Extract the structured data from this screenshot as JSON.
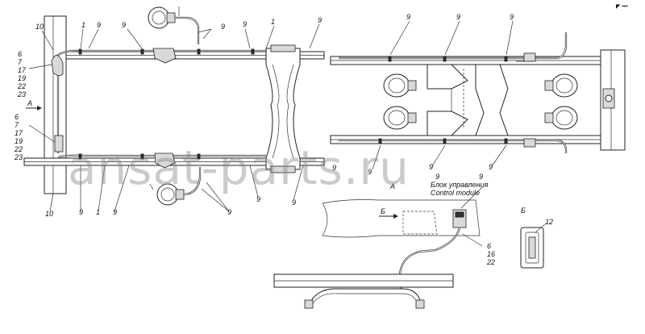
{
  "watermark": "ansat-parts.ru",
  "corner_mark": "◤ •••",
  "control_module": {
    "label_ru": "Блок управления",
    "label_en": "Control module"
  },
  "view_labels": {
    "a_arrow": "A",
    "a_view": "A",
    "b_arrow": "Б",
    "b_view": "Б"
  },
  "callouts": [
    {
      "id": "c10top",
      "text": "10"
    },
    {
      "id": "c1a",
      "text": "1"
    },
    {
      "id": "c9a",
      "text": "9"
    },
    {
      "id": "c9b",
      "text": "9"
    },
    {
      "id": "c9c",
      "text": "9"
    },
    {
      "id": "c9d",
      "text": "9"
    },
    {
      "id": "c1b",
      "text": "1"
    },
    {
      "id": "c9e",
      "text": "9"
    },
    {
      "id": "c9f",
      "text": "9"
    },
    {
      "id": "c9g",
      "text": "9"
    },
    {
      "id": "c9h",
      "text": "9"
    },
    {
      "id": "c9i",
      "text": "9"
    },
    {
      "id": "c6a",
      "text": "6"
    },
    {
      "id": "c7a",
      "text": "7"
    },
    {
      "id": "c17a",
      "text": "17"
    },
    {
      "id": "c19a",
      "text": "19"
    },
    {
      "id": "c22a",
      "text": "22"
    },
    {
      "id": "c23a",
      "text": "23"
    },
    {
      "id": "c6b",
      "text": "6"
    },
    {
      "id": "c7b",
      "text": "7"
    },
    {
      "id": "c17b",
      "text": "17"
    },
    {
      "id": "c19b",
      "text": "19"
    },
    {
      "id": "c22b",
      "text": "22"
    },
    {
      "id": "c23b",
      "text": "23"
    },
    {
      "id": "c10bot",
      "text": "10"
    },
    {
      "id": "c9j",
      "text": "9"
    },
    {
      "id": "c1c",
      "text": "1"
    },
    {
      "id": "c9k",
      "text": "9"
    },
    {
      "id": "c9l",
      "text": "9"
    },
    {
      "id": "c9m",
      "text": "9"
    },
    {
      "id": "c9n",
      "text": "9"
    },
    {
      "id": "c9o",
      "text": "9"
    },
    {
      "id": "c9p",
      "text": "9"
    },
    {
      "id": "c9q",
      "text": "9"
    },
    {
      "id": "c9r",
      "text": "9"
    },
    {
      "id": "c9s",
      "text": "9"
    },
    {
      "id": "c6c",
      "text": "6"
    },
    {
      "id": "c16",
      "text": "16"
    },
    {
      "id": "c22c",
      "text": "22"
    },
    {
      "id": "c12",
      "text": "12"
    }
  ]
}
